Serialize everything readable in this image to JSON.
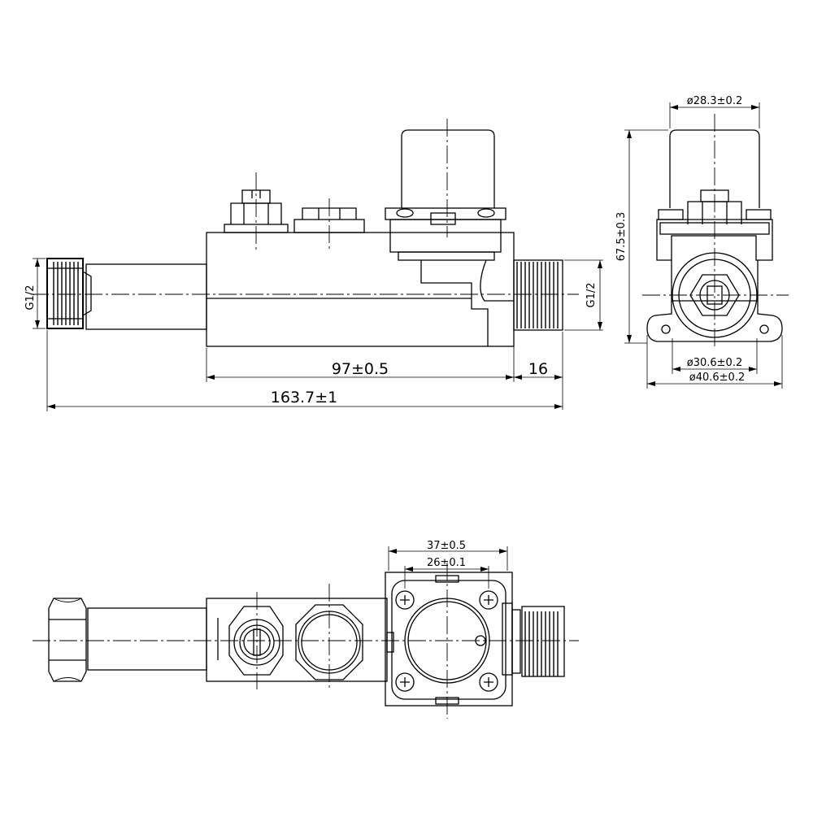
{
  "dimensions": {
    "body_length": "97±0.5",
    "thread_length": "16",
    "overall_length": "163.7±1",
    "inlet_thread": "G1/2",
    "outlet_thread": "G1/2",
    "overall_height": "67.5±0.3",
    "coil_diameter": "ø28.3±0.2",
    "bore_diameter": "ø30.6±0.2",
    "flange_diameter": "ø40.6±0.2",
    "coil_width": "37±0.5",
    "hole_spacing": "26±0.1"
  }
}
